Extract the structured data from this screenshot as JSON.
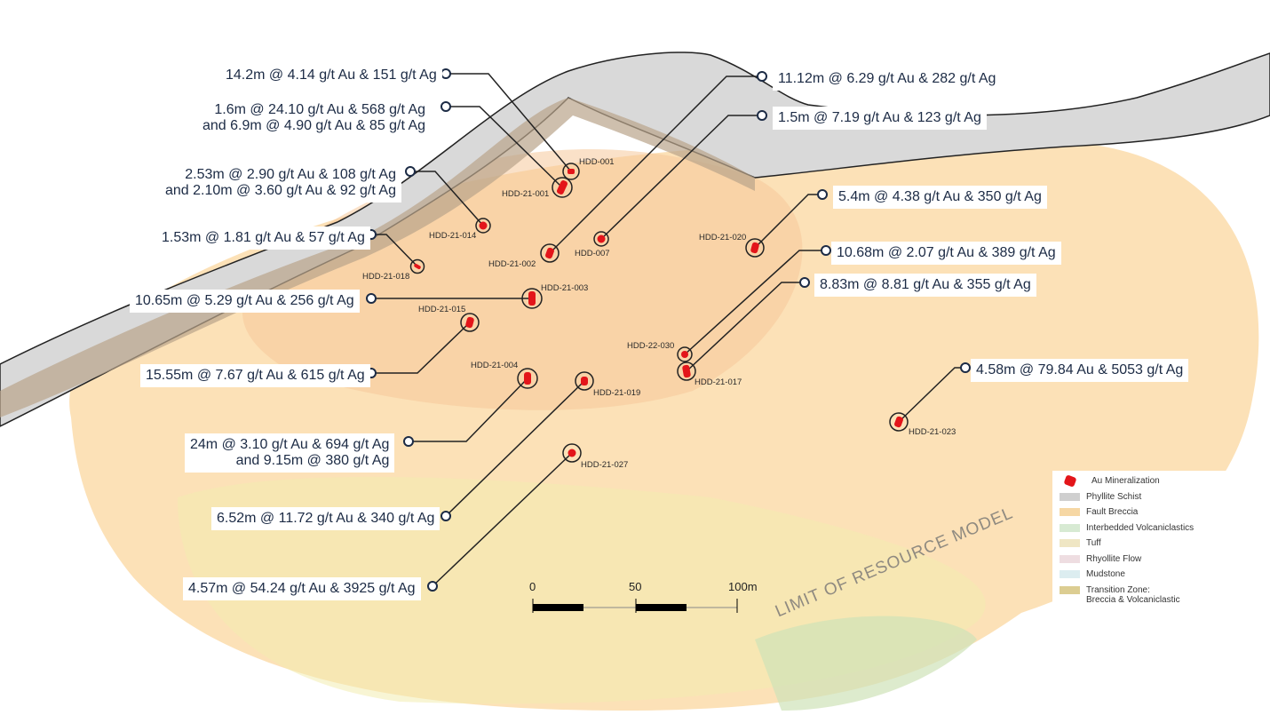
{
  "assays": [
    {
      "lines": [
        "14.2m @ 4.14 g/t Au & 151 g/t Ag"
      ]
    },
    {
      "lines": [
        "1.6m @ 24.10 g/t Au & 568 g/t Ag",
        "and 6.9m @ 4.90 g/t Au & 85 g/t Ag"
      ]
    },
    {
      "lines": [
        "2.53m @ 2.90 g/t Au & 108 g/t Ag",
        "and 2.10m @ 3.60 g/t Au & 92 g/t Ag"
      ]
    },
    {
      "lines": [
        "1.53m @ 1.81 g/t Au & 57 g/t Ag"
      ]
    },
    {
      "lines": [
        "10.65m @ 5.29 g/t Au & 256 g/t Ag"
      ]
    },
    {
      "lines": [
        "15.55m @ 7.67 g/t Au & 615 g/t Ag"
      ]
    },
    {
      "lines": [
        "24m @ 3.10 g/t Au & 694 g/t Ag",
        "and 9.15m @ 380 g/t Ag"
      ]
    },
    {
      "lines": [
        "6.52m @ 11.72 g/t Au & 340 g/t Ag"
      ]
    },
    {
      "lines": [
        "4.57m @ 54.24 g/t Au & 3925 g/t Ag"
      ]
    },
    {
      "lines": [
        "11.12m @ 6.29 g/t Au & 282 g/t Ag"
      ]
    },
    {
      "lines": [
        "1.5m @ 7.19 g/t Au & 123 g/t Ag"
      ]
    },
    {
      "lines": [
        "5.4m @ 4.38 g/t Au & 350 g/t Ag"
      ]
    },
    {
      "lines": [
        "10.68m @ 2.07 g/t Au & 389 g/t Ag"
      ]
    },
    {
      "lines": [
        "8.83m @ 8.81 g/t Au & 355 g/t Ag"
      ]
    },
    {
      "lines": [
        "4.58m @ 79.84 Au & 5053 g/t Ag"
      ]
    }
  ],
  "holes": [
    "HDD-001",
    "HDD-21-001",
    "HDD-21-014",
    "HDD-21-018",
    "HDD-21-003",
    "HDD-21-015",
    "HDD-21-004",
    "HDD-21-019",
    "HDD-21-027",
    "HDD-21-002",
    "HDD-007",
    "HDD-21-020",
    "HDD-22-030",
    "HDD-21-017",
    "HDD-21-023"
  ],
  "scale": {
    "t0": "0",
    "t1": "50",
    "t2": "100m"
  },
  "limit_label": "LIMIT OF RESOURCE MODEL",
  "legend": [
    {
      "label": "Au Mineralization",
      "color": "#e3151a"
    },
    {
      "label": "Phyllite Schist",
      "color": "#cfcfcf"
    },
    {
      "label": "Fault Breccia",
      "color": "#f6d7a4"
    },
    {
      "label": "Interbedded Volcaniclastics",
      "color": "#d7ead3"
    },
    {
      "label": "Tuff",
      "color": "#efe6c4"
    },
    {
      "label": "Rhyollite Flow",
      "color": "#eedde1"
    },
    {
      "label": "Mudstone",
      "color": "#dcedf0"
    },
    {
      "label": "Transition Zone:",
      "label2": "Breccia & Volcaniclastic",
      "color": "#dccd92"
    }
  ]
}
